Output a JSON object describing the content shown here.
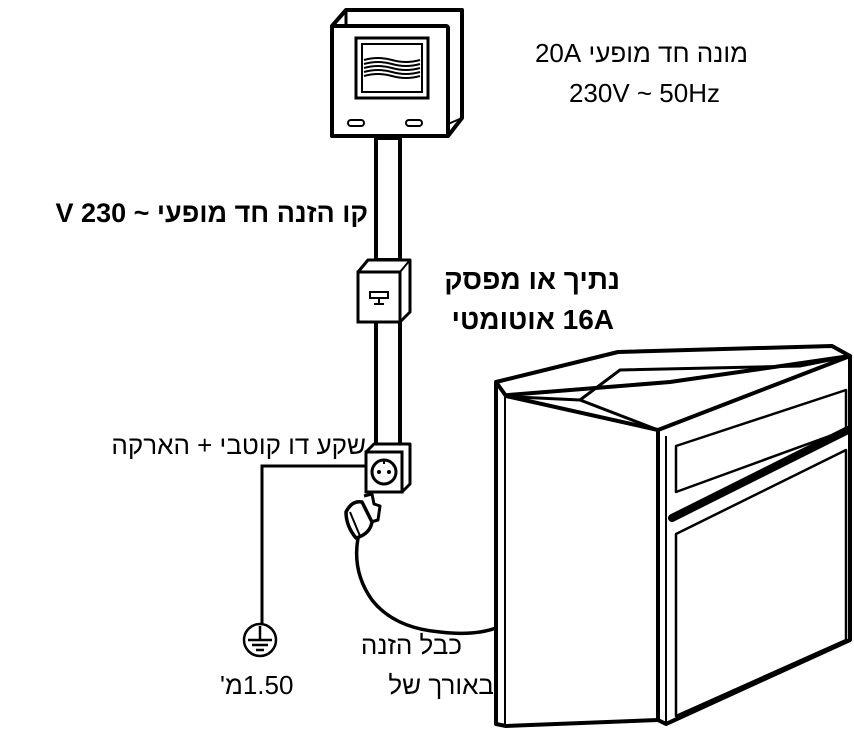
{
  "meter": {
    "line1": "מונה חד מופעי 20A",
    "line2": "230V ~ 50Hz"
  },
  "supply_line": {
    "label": "קו הזנה חד מופעי ~ 230 V"
  },
  "breaker": {
    "line1": "נתיך או מפסק",
    "line2": "16A אוטומטי"
  },
  "socket": {
    "label": "שקע דו קוטבי + הארקה"
  },
  "cable": {
    "line1": "כבל הזנה",
    "line2": "באורך של",
    "length": "1.50מ'"
  },
  "icons": {
    "meter": "electric-meter-icon",
    "breaker": "circuit-breaker-icon",
    "socket": "wall-socket-icon",
    "plug": "plug-icon",
    "ground": "ground-icon",
    "oven": "built-in-oven-icon"
  }
}
